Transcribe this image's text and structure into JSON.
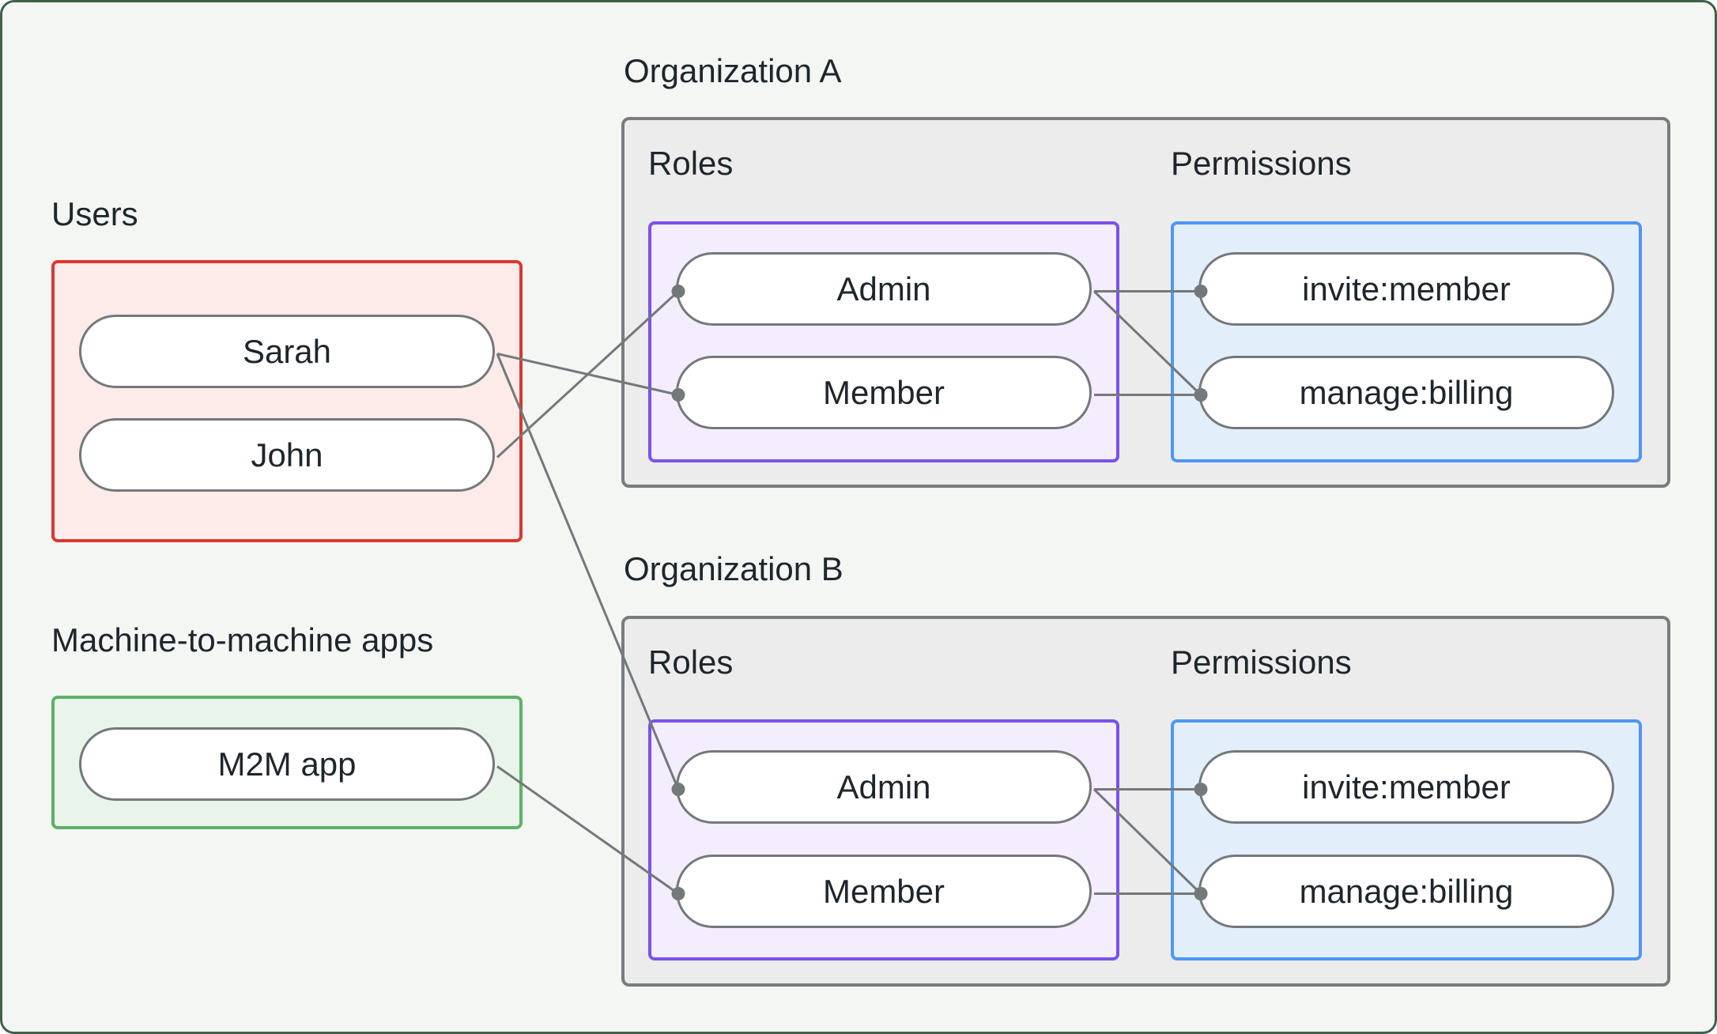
{
  "diagram": {
    "users_group": {
      "title": "Users",
      "nodes": [
        {
          "id": "user-sarah",
          "label": "Sarah"
        },
        {
          "id": "user-john",
          "label": "John"
        }
      ]
    },
    "m2m_group": {
      "title": "Machine-to-machine apps",
      "nodes": [
        {
          "id": "m2m-app",
          "label": "M2M app"
        }
      ]
    },
    "org_a": {
      "title": "Organization A",
      "roles_label": "Roles",
      "permissions_label": "Permissions",
      "roles": [
        {
          "id": "orga-role-admin",
          "label": "Admin"
        },
        {
          "id": "orga-role-member",
          "label": "Member"
        }
      ],
      "permissions": [
        {
          "id": "orga-perm-invite",
          "label": "invite:member"
        },
        {
          "id": "orga-perm-billing",
          "label": "manage:billing"
        }
      ]
    },
    "org_b": {
      "title": "Organization B",
      "roles_label": "Roles",
      "permissions_label": "Permissions",
      "roles": [
        {
          "id": "orgb-role-admin",
          "label": "Admin"
        },
        {
          "id": "orgb-role-member",
          "label": "Member"
        }
      ],
      "permissions": [
        {
          "id": "orgb-perm-invite",
          "label": "invite:member"
        },
        {
          "id": "orgb-perm-billing",
          "label": "manage:billing"
        }
      ]
    },
    "edges": [
      {
        "from": "user-sarah",
        "to": "orga-role-member"
      },
      {
        "from": "user-john",
        "to": "orga-role-admin"
      },
      {
        "from": "user-sarah",
        "to": "orgb-role-admin"
      },
      {
        "from": "m2m-app",
        "to": "orgb-role-member"
      },
      {
        "from": "orga-role-admin",
        "to": "orga-perm-invite"
      },
      {
        "from": "orga-role-admin",
        "to": "orga-perm-billing"
      },
      {
        "from": "orga-role-member",
        "to": "orga-perm-billing"
      },
      {
        "from": "orgb-role-admin",
        "to": "orgb-perm-invite"
      },
      {
        "from": "orgb-role-admin",
        "to": "orgb-perm-billing"
      },
      {
        "from": "orgb-role-member",
        "to": "orgb-perm-billing"
      }
    ]
  },
  "colors": {
    "background": "#f3f6f3",
    "canvas_border": "#40604a",
    "text": "#1f262b",
    "line": "#74787a",
    "users_border": "#d93831",
    "users_fill": "#fcebe9",
    "m2m_border": "#5cb267",
    "m2m_fill": "#e9f4ea",
    "org_border": "#787c7d",
    "org_fill": "#ececec",
    "roles_border": "#7a52ec",
    "roles_fill": "#f3edfd",
    "permissions_border": "#4f96f6",
    "permissions_fill": "#e3eefb",
    "node_border": "#74787a",
    "node_fill": "#ffffff"
  }
}
